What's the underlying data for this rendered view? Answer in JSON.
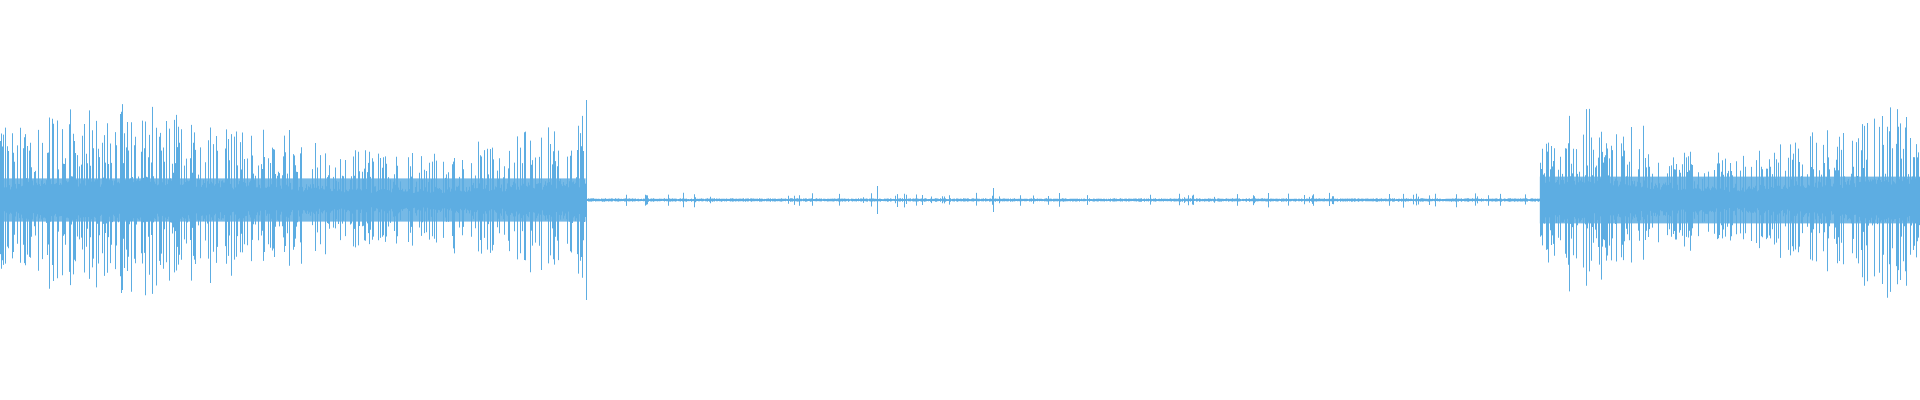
{
  "waveform": {
    "color": "#5dade2",
    "background": "#ffffff",
    "segments": [
      {
        "kind": "loud",
        "start": 0.0,
        "end": 0.305,
        "peak": 0.45,
        "body": 0.12
      },
      {
        "kind": "quiet",
        "start": 0.305,
        "end": 0.802,
        "peak": 0.035,
        "body": 0.008
      },
      {
        "kind": "loud",
        "start": 0.802,
        "end": 1.0,
        "peak": 0.44,
        "body": 0.13
      }
    ],
    "transients": [
      {
        "position": 0.305,
        "amplitude": 0.5
      },
      {
        "position": 0.457,
        "amplitude": 0.07
      },
      {
        "position": 0.517,
        "amplitude": 0.06
      },
      {
        "position": 0.98,
        "amplitude": 0.42
      }
    ]
  }
}
